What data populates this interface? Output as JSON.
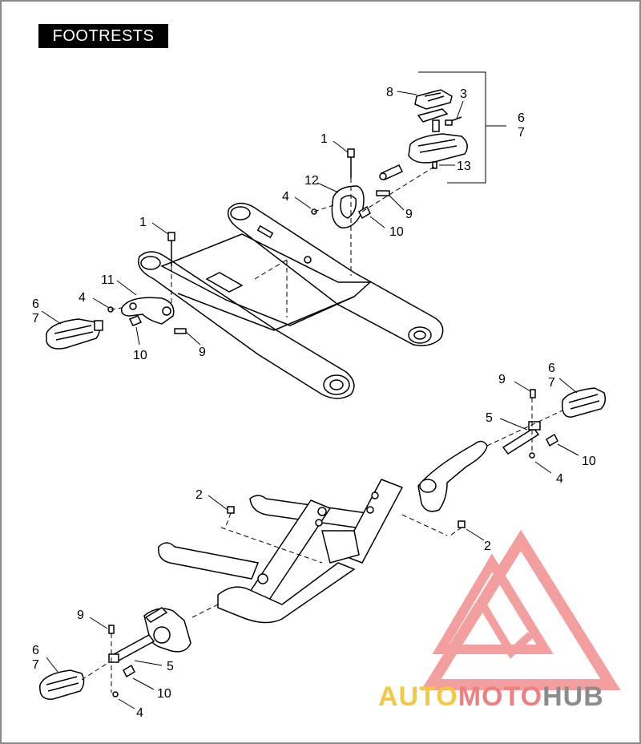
{
  "title": "FOOTRESTS",
  "callouts": [
    {
      "id": "c8",
      "label": "8"
    },
    {
      "id": "c3",
      "label": "3"
    },
    {
      "id": "c6a",
      "label": "6"
    },
    {
      "id": "c7a",
      "label": "7"
    },
    {
      "id": "c1a",
      "label": "1"
    },
    {
      "id": "c13",
      "label": "13"
    },
    {
      "id": "c12",
      "label": "12"
    },
    {
      "id": "c4a",
      "label": "4"
    },
    {
      "id": "c9a",
      "label": "9"
    },
    {
      "id": "c10a",
      "label": "10"
    },
    {
      "id": "c1b",
      "label": "1"
    },
    {
      "id": "c11",
      "label": "11"
    },
    {
      "id": "c6b",
      "label": "6"
    },
    {
      "id": "c7b",
      "label": "7"
    },
    {
      "id": "c4b",
      "label": "4"
    },
    {
      "id": "c10b",
      "label": "10"
    },
    {
      "id": "c9b",
      "label": "9"
    },
    {
      "id": "c9c",
      "label": "9"
    },
    {
      "id": "c6c",
      "label": "6"
    },
    {
      "id": "c7c",
      "label": "7"
    },
    {
      "id": "c5a",
      "label": "5"
    },
    {
      "id": "c10c",
      "label": "10"
    },
    {
      "id": "c4c",
      "label": "4"
    },
    {
      "id": "c2a",
      "label": "2"
    },
    {
      "id": "c2b",
      "label": "2"
    },
    {
      "id": "c9d",
      "label": "9"
    },
    {
      "id": "c6d",
      "label": "6"
    },
    {
      "id": "c7d",
      "label": "7"
    },
    {
      "id": "c5b",
      "label": "5"
    },
    {
      "id": "c10d",
      "label": "10"
    },
    {
      "id": "c4d",
      "label": "4"
    }
  ],
  "watermark": {
    "part1": "AUTO",
    "part2": "MOTO",
    "part3": "HUB",
    "color_yellow": "#f5c842",
    "color_red": "#f08080",
    "color_gray": "#8c8c8c"
  }
}
